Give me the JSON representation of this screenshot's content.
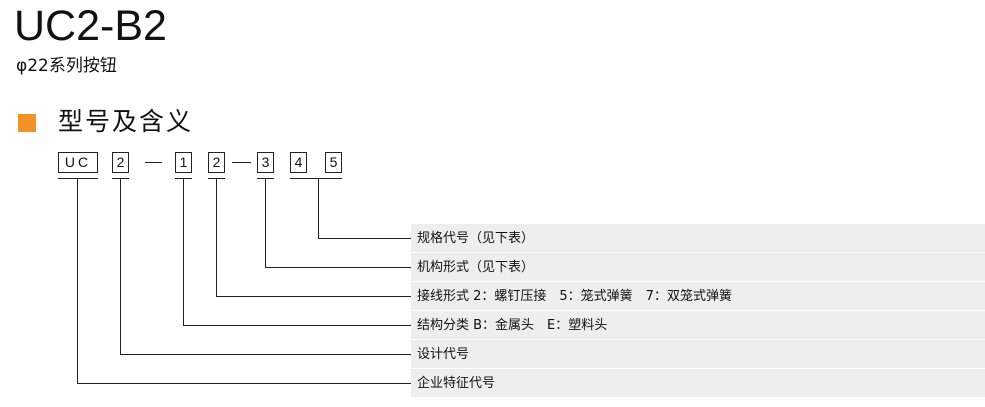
{
  "header": {
    "product_code": "UC2-B2",
    "subtitle": "φ22系列按钮"
  },
  "section": {
    "title": "型号及含义",
    "marker_color": "#f39224"
  },
  "code": {
    "segments": [
      "UC",
      "2",
      "1",
      "2",
      "3",
      "4",
      "5"
    ],
    "separators": [
      "—",
      "—"
    ]
  },
  "meanings": [
    "规格代号（见下表）",
    "机构形式（见下表）",
    "接线形式 2：螺钉压接　5：笼式弹簧　7：双笼式弹簧",
    "结构分类 B：金属头　E：塑料头",
    "设计代号",
    "企业特征代号"
  ],
  "colors": {
    "row_background": "#eeeeee",
    "line": "#222222"
  }
}
